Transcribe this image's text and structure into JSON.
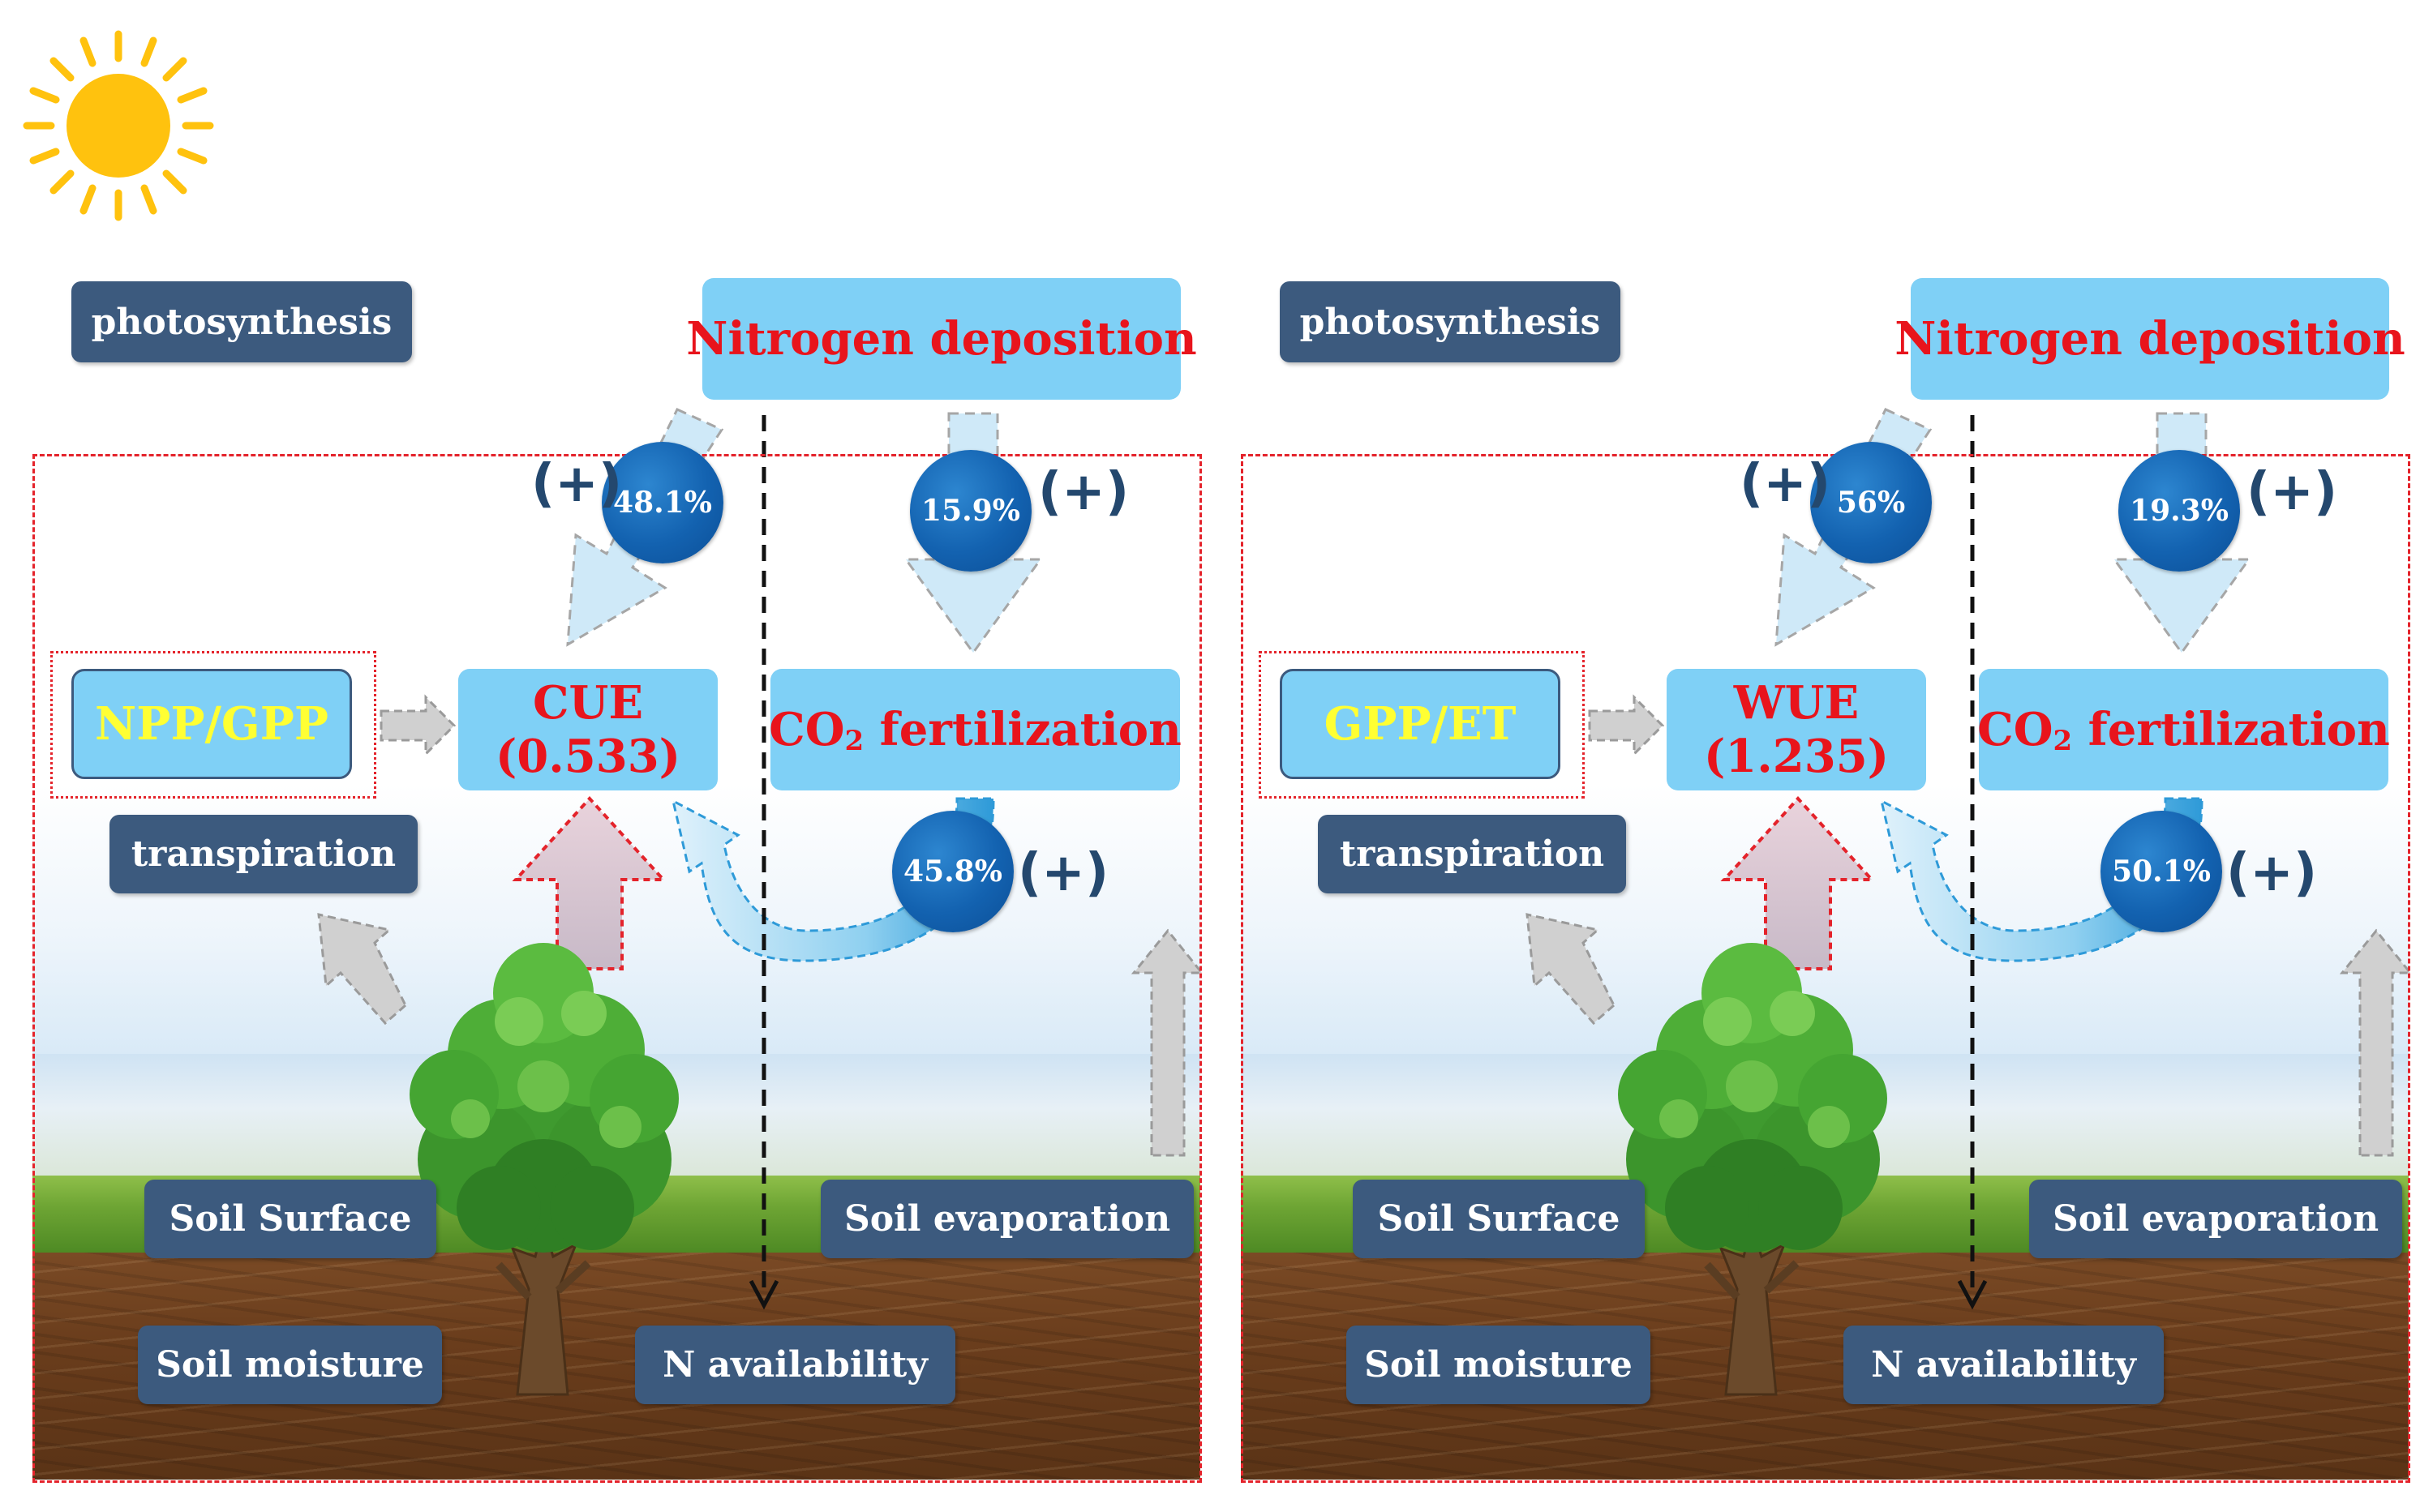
{
  "colors": {
    "dark_box": "#3c5a7e",
    "light_box": "#7fd0f6",
    "red_text": "#e8141c",
    "ratio_text": "#ffff33",
    "circle": "#1362b0",
    "frame": "#e4232b",
    "sun": "#ffc20e"
  },
  "icons": [
    "sun-icon",
    "tree-icon"
  ],
  "panels": [
    {
      "photosynthesis": "photosynthesis",
      "nitrogen_deposition": "Nitrogen deposition",
      "ratio": "NPP/GPP",
      "efficiency_name": "CUE",
      "efficiency_value": "(0.533)",
      "co2_prefix": "CO",
      "co2_sub": "2",
      "co2_suffix": " fertilization",
      "transpiration": "transpiration",
      "soil_surface": "Soil Surface",
      "soil_evaporation": "Soil evaporation",
      "soil_moisture": "Soil moisture",
      "n_availability": "N availability",
      "pct_nd_to_eff": "48.1%",
      "pct_nd_to_co2": "15.9%",
      "pct_co2_to_eff": "45.8%",
      "plus": "(+)"
    },
    {
      "photosynthesis": "photosynthesis",
      "nitrogen_deposition": "Nitrogen deposition",
      "ratio": "GPP/ET",
      "efficiency_name": "WUE",
      "efficiency_value": "(1.235)",
      "co2_prefix": "CO",
      "co2_sub": "2",
      "co2_suffix": " fertilization",
      "transpiration": "transpiration",
      "soil_surface": "Soil Surface",
      "soil_evaporation": "Soil evaporation",
      "soil_moisture": "Soil moisture",
      "n_availability": "N availability",
      "pct_nd_to_eff": "56%",
      "pct_nd_to_co2": "19.3%",
      "pct_co2_to_eff": "50.1%",
      "plus": "(+)"
    }
  ]
}
